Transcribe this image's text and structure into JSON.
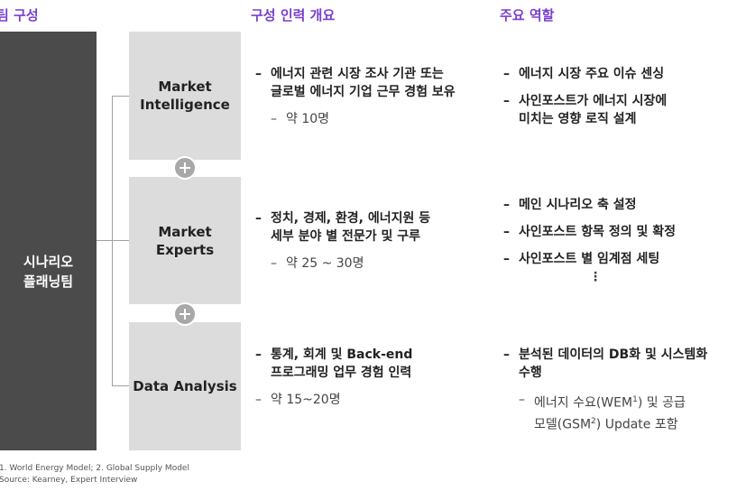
{
  "headers": {
    "team": "팀 구성",
    "overview": "구성 인력 개요",
    "roles": "주요 역할"
  },
  "left_bar": {
    "line1": "시나리오",
    "line2": "플래닝팀"
  },
  "boxes": [
    {
      "line1": "Market",
      "line2": "Intelligence"
    },
    {
      "line1": "Market",
      "line2": "Experts"
    },
    {
      "line1": "Data Analysis",
      "line2": ""
    }
  ],
  "overview": [
    {
      "dash": "–",
      "line1": "에너지 관련 시장 조사 기관 또는",
      "line2": "글로벌 에너지 기업 근무 경험 보유",
      "sub_dash": "–",
      "sub": "약 10명"
    },
    {
      "dash": "–",
      "line1": "정치, 경제, 환경, 에너지원 등",
      "line2": "세부 분야 별 전문가 및 구루",
      "sub_dash": "–",
      "sub": "약 25 ~ 30명"
    },
    {
      "dash": "–",
      "line1": "통계, 회계 및 Back-end",
      "line2": "프로그래밍 업무 경험 인력",
      "sub_dash": "–",
      "sub": "약 15~20명"
    }
  ],
  "roles": {
    "group1": [
      {
        "dash": "–",
        "line1": "에너지 시장 주요 이슈 센싱",
        "line2": ""
      },
      {
        "dash": "–",
        "line1": "사인포스트가 에너지 시장에",
        "line2": "미치는 영향 로직 설계"
      }
    ],
    "group2": [
      {
        "dash": "–",
        "line1": "메인 시나리오 축 설정"
      },
      {
        "dash": "–",
        "line1": "사인포스트 항목 정의 및 확정"
      },
      {
        "dash": "–",
        "line1": "사인포스트 별 임계점 세팅"
      }
    ],
    "ellipsis": "⋮",
    "group3": {
      "dash": "–",
      "line1": "분석된 데이터의 DB화 및 시스템화",
      "line2": "수행",
      "sub_dash": "–",
      "sub_line1_a": "에너지 수요(WEM",
      "sub_line1_sup": "1",
      "sub_line1_b": ") 및 공급",
      "sub_line2_a": "모델(GSM",
      "sub_line2_sup": "2",
      "sub_line2_b": ") Update 포함"
    }
  },
  "footnotes": {
    "line1": "1. World Energy Model;   2. Global Supply Model",
    "line2": "Source: Kearney, Expert Interview"
  }
}
